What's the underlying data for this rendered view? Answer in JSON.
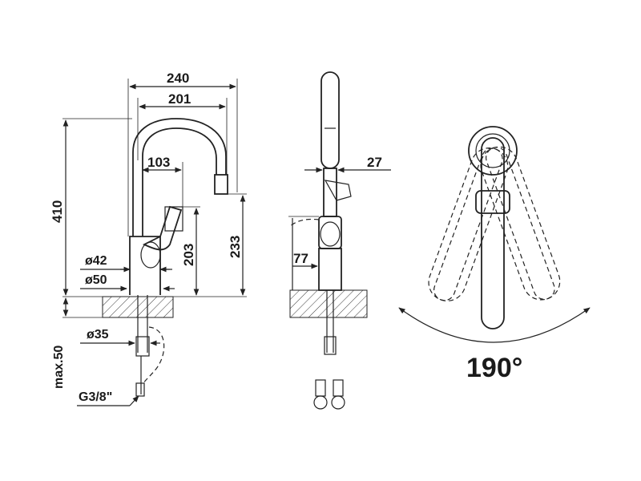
{
  "dimensions": {
    "width_240": "240",
    "width_201": "201",
    "reach_103": "103",
    "height_410": "410",
    "height_203": "203",
    "height_233": "233",
    "dia_42": "ø42",
    "dia_50": "ø50",
    "dia_35": "ø35",
    "max_50": "max.50",
    "thread": "G3/8\"",
    "side_27": "27",
    "side_77": "77",
    "swivel_angle": "190°"
  },
  "colors": {
    "line": "#222222",
    "background": "#ffffff"
  }
}
